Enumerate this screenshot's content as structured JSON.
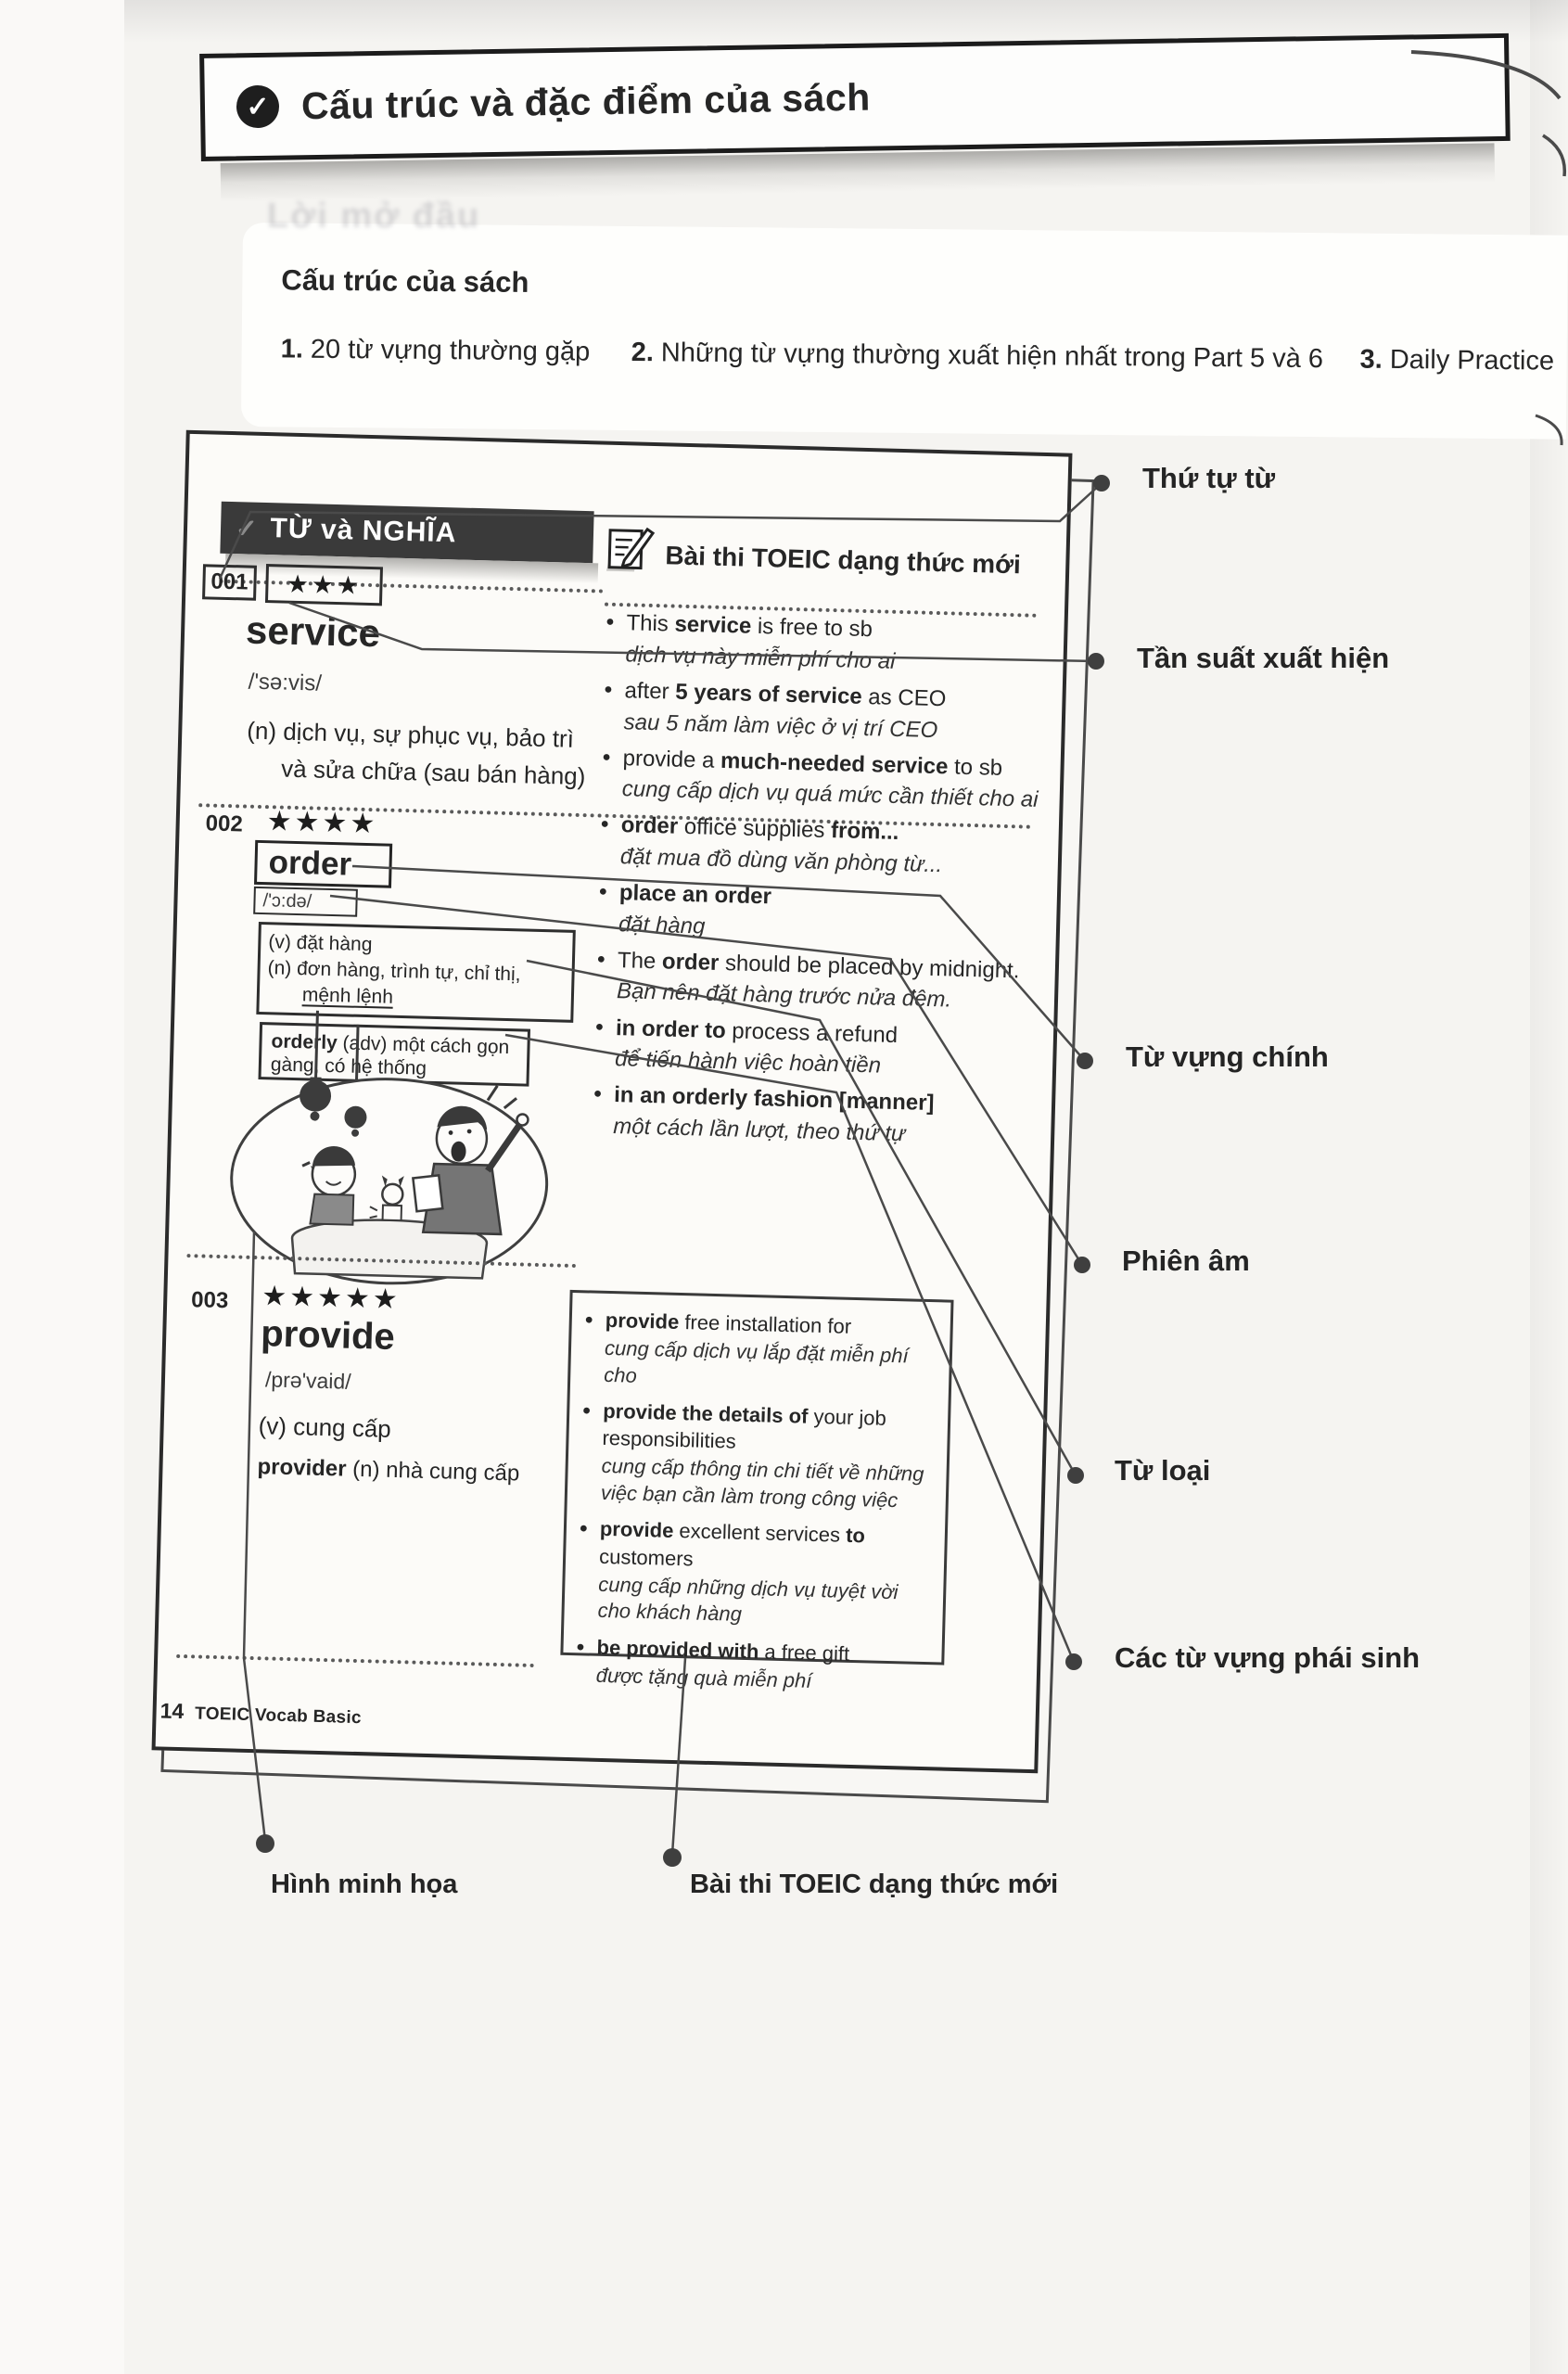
{
  "header": {
    "check_icon": "✓",
    "title": "Cấu trúc và đặc điểm của sách",
    "ghost_text": "Lời mở đầu"
  },
  "structure": {
    "title": "Cấu trúc của sách",
    "items": [
      {
        "num": "1.",
        "text": "20 từ vựng thường gặp"
      },
      {
        "num": "2.",
        "text": "Những từ vựng thường xuất hiện nhất trong Part 5 và 6"
      },
      {
        "num": "3.",
        "text": "Daily Practice"
      }
    ]
  },
  "sample_page": {
    "word_section": {
      "check_icon": "✓",
      "label": "TỪ và NGHĨA"
    },
    "toeic_section": {
      "icon": "pencil-on-paper",
      "label": "Bài thi TOEIC dạng thức mới"
    },
    "entries": [
      {
        "number": "001",
        "stars": "★★★",
        "word": "service",
        "pron": "/'sə:vis/",
        "meanings": [
          {
            "text": "(n) dịch vụ, sự phục vụ, bảo trì"
          },
          {
            "text": "và sửa chữa (sau bán hàng)",
            "indent": true
          }
        ],
        "examples": [
          {
            "en": "This **service** is free to sb",
            "vi": "dịch vụ này miễn phí cho ai"
          },
          {
            "en": "after **5 years of service** as CEO",
            "vi": "sau 5 năm làm việc ở vị trí CEO"
          },
          {
            "en": "provide a **much-needed service** to sb",
            "vi": "cung cấp dịch vụ quá mức cần thiết cho ai"
          }
        ]
      },
      {
        "number": "002",
        "stars": "★★★★",
        "word": "order",
        "pron": "/'ɔ:də/",
        "meanings": [
          {
            "text": "(v) đặt hàng"
          },
          {
            "text": "(n) đơn hàng, trình tự, chỉ thị,"
          },
          {
            "text": "mệnh lệnh",
            "indent": true,
            "underline": true
          }
        ],
        "derived": "**orderly** (adv) một cách gọn gàng, có hệ thống",
        "examples": [
          {
            "en": "**order** office supplies **from...**",
            "vi": "đặt mua đồ dùng văn phòng từ..."
          },
          {
            "en": "**place an order**",
            "vi": "đặt hàng"
          },
          {
            "en": "The **order** should be placed by midnight.",
            "vi": "Bạn nên đặt hàng trước nửa đêm."
          },
          {
            "en": "**in order to** process a refund",
            "vi": "để tiến hành việc hoàn tiền"
          },
          {
            "en": "**in an orderly fashion [manner]**",
            "vi": "một cách lần lượt, theo thứ tự"
          }
        ]
      },
      {
        "number": "003",
        "stars": "★★★★★",
        "word": "provide",
        "pron": "/prə'vaid/",
        "meanings": [
          {
            "text": "(v) cung cấp"
          }
        ],
        "derived": "**provider** (n) nhà cung cấp",
        "examples": [
          {
            "en": "**provide** free installation for",
            "vi": "cung cấp dịch vụ lắp đặt miễn phí cho"
          },
          {
            "en": "**provide the details of** your job responsibilities",
            "vi": "cung cấp thông tin chi tiết về những việc bạn cần làm trong công việc"
          },
          {
            "en": "**provide** excellent services **to** customers",
            "vi": "cung cấp những dịch vụ tuyệt vời cho khách hàng"
          },
          {
            "en": "**be provided with** a free gift",
            "vi": "được tặng quà miễn phí"
          }
        ]
      }
    ],
    "footer": {
      "page_number": "14",
      "book_title": "TOEIC Vocab Basic"
    }
  },
  "annotations": {
    "side": [
      {
        "label": "Thứ tự từ"
      },
      {
        "label": "Tần suất xuất hiện"
      },
      {
        "label": "Từ vựng chính"
      },
      {
        "label": "Phiên âm"
      },
      {
        "label": "Từ loại"
      },
      {
        "label": "Các từ vựng phái sinh"
      }
    ],
    "bottom": [
      {
        "label": "Hình minh họa"
      },
      {
        "label": "Bài thi TOEIC dạng thức mới"
      }
    ]
  },
  "colors": {
    "ink": "#262626",
    "bar": "#3a3a3a",
    "line": "#4a4a4a",
    "paper": "#fcfbf8"
  }
}
